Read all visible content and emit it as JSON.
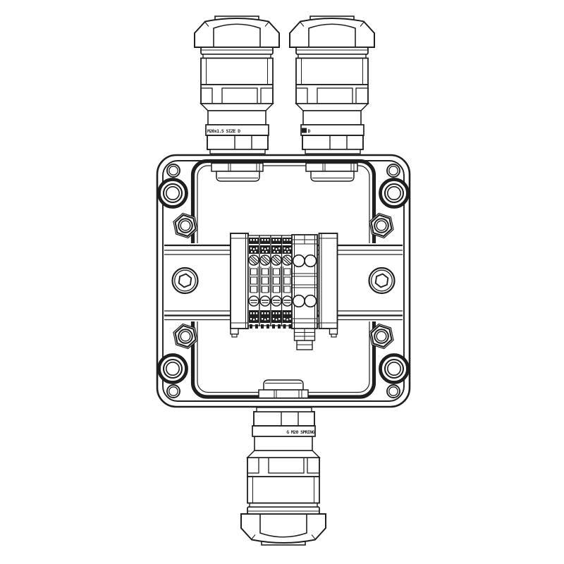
{
  "canvas": {
    "background": "#ffffff",
    "line_color": "#1f1f1f"
  },
  "diagram": {
    "type": "technical-line-drawing",
    "subject": "junction box with DIN-rail terminal blocks and three cable glands",
    "components": [
      {
        "id": "cable-gland-top-left"
      },
      {
        "id": "cable-gland-top-right"
      },
      {
        "id": "cable-gland-bottom"
      },
      {
        "id": "enclosure-body"
      },
      {
        "id": "lid-seal-outline"
      },
      {
        "id": "corner-screw-holes",
        "count": 8
      },
      {
        "id": "hex-mounting-bosses",
        "count": 4
      },
      {
        "id": "din-rail"
      },
      {
        "id": "din-rail-screws",
        "count": 2
      },
      {
        "id": "narrow-terminal-blocks",
        "count": 4
      },
      {
        "id": "wide-terminal-block",
        "count": 1
      },
      {
        "id": "end-brackets",
        "count": 2
      }
    ]
  },
  "markings": {
    "top_left_gland": "M20x1.5 SIZE D",
    "top_right_gland": "D",
    "bottom_gland": "G M20 SPRING"
  }
}
